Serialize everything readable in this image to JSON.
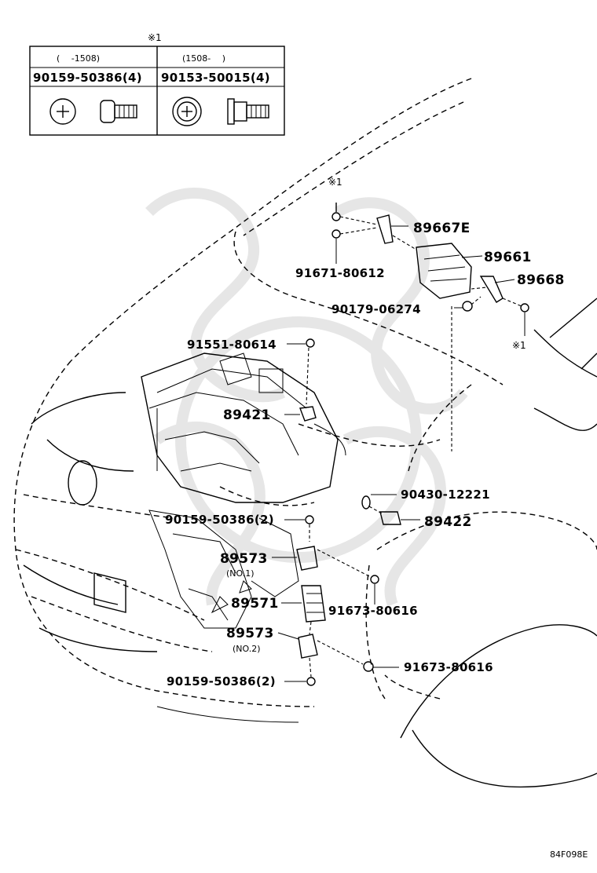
{
  "table": {
    "note_mark": "※1",
    "columns": [
      {
        "range": "(　 -1508)",
        "part": "90159-50386(4)"
      },
      {
        "range": "(1508- 　)",
        "part": "90153-50015(4)"
      }
    ]
  },
  "parts": {
    "p89667E": "89667E",
    "p89661": "89661",
    "p89668": "89668",
    "p91671": "91671-80612",
    "p90179": "90179-06274",
    "p91551": "91551-80614",
    "p89421": "89421",
    "p90430": "90430-12221",
    "p89422": "89422",
    "p90159_top": "90159-50386(2)",
    "p89573_1": "89573",
    "no1": "(NO.1)",
    "p89571": "89571",
    "p91673_a": "91673-80616",
    "p89573_2": "89573",
    "no2": "(NO.2)",
    "p91673_b": "91673-80616",
    "p90159_bottom": "90159-50386(2)"
  },
  "notes": {
    "mark_top": "※1",
    "mark_right": "※1"
  },
  "diagram_code": "84F098E"
}
